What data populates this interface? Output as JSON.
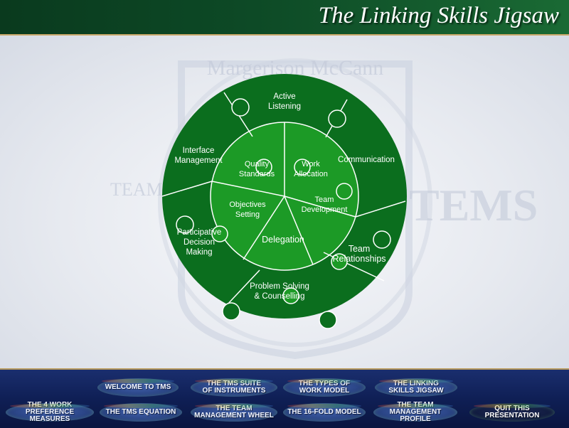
{
  "header": {
    "title": "The Linking Skills Jigsaw"
  },
  "wheel": {
    "inner": {
      "quality": "Quality\nStandards",
      "work": "Work\nAllocation",
      "team_dev": "Team\nDevelopment",
      "delegation": "Delegation",
      "objectives": "Objectives\nSetting"
    },
    "outer": {
      "active": "Active\nListening",
      "communication": "Communication",
      "team_rel": "Team\nRelationships",
      "problem": "Problem Solving\n& Counselling",
      "participative": "Participative\nDecision\nMaking",
      "interface": "Interface\nManagement"
    },
    "colors": {
      "outer": "#0b6e1e",
      "inner": "#1c9a26",
      "lines": "#ffffff"
    }
  },
  "watermark": {
    "text_top": "Margerison McCann",
    "text_left": "TEAM M",
    "text_right": "TEMS"
  },
  "nav": {
    "welcome": "WELCOME TO TMS",
    "suite": "THE TMS SUITE\nOF INSTRUMENTS",
    "types": "THE TYPES OF\nWORK MODEL",
    "linking": "THE LINKING\nSKILLS JIGSAW",
    "four_work": "THE 4 WORK\nPREFERENCE MEASURES",
    "equation": "THE TMS EQUATION",
    "wheel": "THE TEAM\nMANAGEMENT WHEEL",
    "sixteen": "THE 16-FOLD MODEL",
    "profile": "THE TEAM\nMANAGEMENT PROFILE",
    "quit": "QUIT THIS\nPRESENTATION"
  }
}
